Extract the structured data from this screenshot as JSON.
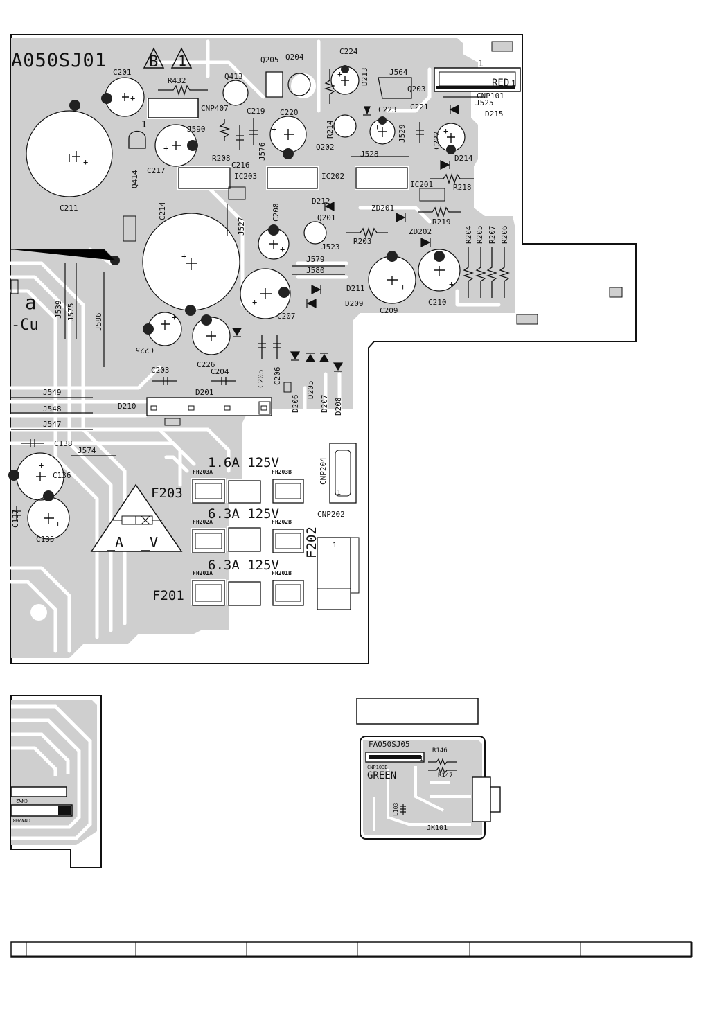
{
  "board": {
    "main_code": "A050SJ01",
    "main_mark": "B",
    "main_warn": "1",
    "pin1": "1",
    "red_label": "RED",
    "red_pin": "1",
    "pin1_cnp407": "1",
    "side_a": "a",
    "side_cu": "-Cu"
  },
  "components": {
    "Q205": "Q205",
    "Q204": "Q204",
    "C224": "C224",
    "C201": "C201",
    "R432": "R432",
    "Q413": "Q413",
    "D213": "D213",
    "J564": "J564",
    "Q203": "Q203",
    "CNP101": "CNP101",
    "J525": "J525",
    "C221": "C221",
    "D215": "D215",
    "CNP407": "CNP407",
    "C219": "C219",
    "C220": "C220",
    "C223": "C223",
    "R214": "R214",
    "J590": "J590",
    "J529": "J529",
    "C222": "C222",
    "R208": "R208",
    "J576": "J576",
    "Q202": "Q202",
    "C216": "C216",
    "J528": "J528",
    "D214": "D214",
    "C217": "C217",
    "IC203": "IC203",
    "IC202": "IC202",
    "IC201": "IC201",
    "R218": "R218",
    "Q414": "Q414",
    "C211": "C211",
    "C214": "C214",
    "D212": "D212",
    "ZD201": "ZD201",
    "C208": "C208",
    "Q201": "Q201",
    "R219": "R219",
    "J527": "J527",
    "R203": "R203",
    "ZD202": "ZD202",
    "R204": "R204",
    "R205": "R205",
    "R207": "R207",
    "R206": "R206",
    "J523": "J523",
    "J579": "J579",
    "J580": "J580",
    "D211": "D211",
    "D209": "D209",
    "C209": "C209",
    "C210": "C210",
    "C207": "C207",
    "J539": "J539",
    "J575": "J575",
    "J586": "J586",
    "C225": "C225",
    "C226": "C226",
    "C205": "C205",
    "C206": "C206",
    "C203": "C203",
    "C204": "C204",
    "D206": "D206",
    "D205": "D205",
    "D207": "D207",
    "D208": "D208",
    "J549": "J549",
    "J548": "J548",
    "J547": "J547",
    "D201": "D201",
    "D210": "D210",
    "C138": "C138",
    "J574": "J574",
    "C136": "C136",
    "CNP204": "CNP204",
    "C137": "C137",
    "C135": "C135",
    "FH203A": "FH203A",
    "FH203B": "FH203B",
    "FH202A": "FH202A",
    "FH202B": "FH202B",
    "FH201A": "FH201A",
    "FH201B": "FH201B",
    "CNP202": "CNP202",
    "F203": "F203",
    "F202": "F202",
    "F201": "F201"
  },
  "fuses": {
    "f203_rating": "1.6A 125V",
    "f202_rating": "6.3A 125V",
    "f201_rating": "6.3A 125V",
    "warn_a": "_A",
    "warn_v": "_V"
  },
  "sub_board": {
    "code": "FA050SJ05",
    "cnp": "CNP103B",
    "color": "GREEN",
    "r146": "R146",
    "r147": "R147",
    "l103": "L103",
    "jk": "JK101",
    "pin1": "1"
  },
  "left_board": {
    "cnw_a": "CNW2",
    "cnw_b": "CNW20B"
  },
  "bottom_table": {
    "cells": [
      "",
      "",
      "",
      "",
      "",
      "",
      ""
    ]
  }
}
